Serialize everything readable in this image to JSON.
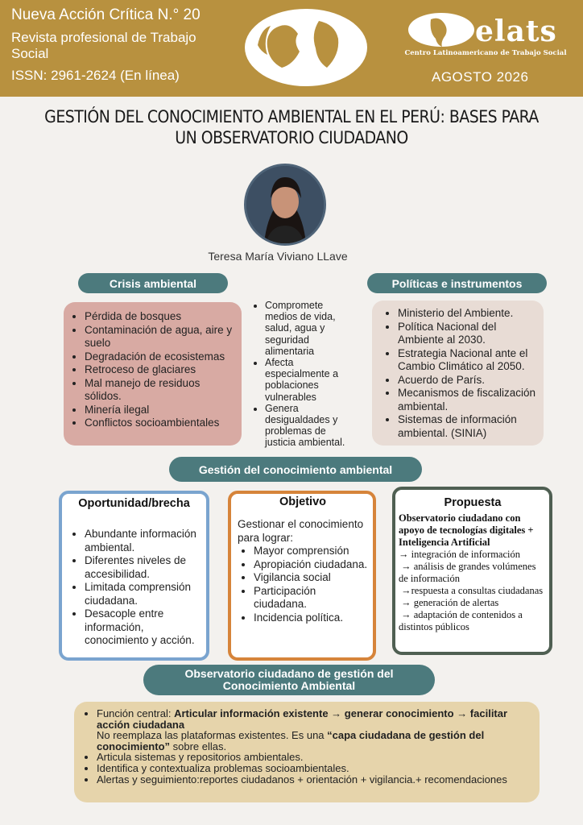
{
  "header": {
    "journal": "Nueva Acción Crítica N.° 20",
    "subtitle": "Revista profesional de Trabajo Social",
    "issn": "ISSN: 2961-2624 (En línea)",
    "brand": "elats",
    "brand_full": "Centro Latinoamericano de Trabajo Social",
    "date": "AGOSTO  2026",
    "colors": {
      "header_bg": "#b8913f",
      "pill": "#4c7a7d"
    }
  },
  "title": "GESTIÓN DEL CONOCIMIENTO AMBIENTAL EN EL PERÚ: BASES PARA UN OBSERVATORIO CIUDADANO",
  "author": "Teresa María Viviano LLave",
  "crisis": {
    "label": "Crisis ambiental",
    "items": [
      "Pérdida de bosques",
      "Contaminación de agua, aire y suelo",
      "Degradación de ecosistemas",
      "Retroceso de glaciares",
      "Mal manejo de residuos sólidos.",
      "Minería ilegal",
      "Conflictos socioambientales"
    ]
  },
  "impacts": {
    "items": [
      "Compromete medios de vida, salud, agua y seguridad alimentaria",
      "Afecta especialmente a poblaciones vulnerables",
      " Genera desigualdades y problemas de justicia ambiental."
    ]
  },
  "policies": {
    "label": "Políticas e instrumentos",
    "items": [
      "Ministerio del Ambiente.",
      "Política Nacional del Ambiente al 2030.",
      "Estrategia Nacional ante el Cambio Climático al 2050.",
      "Acuerdo de París.",
      "Mecanismos de fiscalización ambiental.",
      "Sistemas de información ambiental. (SINIA)"
    ]
  },
  "gestion": {
    "label": "Gestión del conocimiento ambiental"
  },
  "oportunidad": {
    "heading": "Oportunidad/brecha",
    "items": [
      "Abundante información ambiental.",
      "Diferentes niveles de accesibilidad.",
      "Limitada comprensión ciudadana.",
      "Desacople entre información, conocimiento y acción."
    ]
  },
  "objetivo": {
    "heading": "Objetivo",
    "intro": "Gestionar el conocimiento para lograr:",
    "items": [
      "Mayor comprensión",
      "Apropiación ciudadana.",
      "Vigilancia social",
      "Participación ciudadana.",
      "Incidencia política."
    ]
  },
  "propuesta": {
    "heading": "Propuesta",
    "lead": "Observatorio ciudadano con apoyo de tecnologías digitales + Inteligencia Artificial",
    "lines": [
      "→ integración de información",
      " → análisis de grandes volúmenes de información",
      " →respuesta a consultas ciudadanas",
      " → generación de alertas",
      " → adaptación de contenidos a distintos públicos"
    ]
  },
  "observatorio": {
    "label_line1": "Observatorio ciudadano de gestión del",
    "label_line2": "Conocimiento Ambiental",
    "f1_prefix": "Función central: ",
    "f1_bold": "Articular información existente → generar conocimiento → facilitar acción ciudadana",
    "f1_cont_a": "No reemplaza las plataformas existentes. Es una ",
    "f1_cont_bold": "“capa ciudadana de gestión del conocimiento”",
    "f1_cont_b": " sobre ellas.",
    "items": [
      "Articula sistemas y repositorios ambientales.",
      "Identifica y contextualiza problemas socioambientales.",
      "Alertas y seguimiento:reportes ciudadanos + orientación + vigilancia.+ recomendaciones"
    ]
  }
}
